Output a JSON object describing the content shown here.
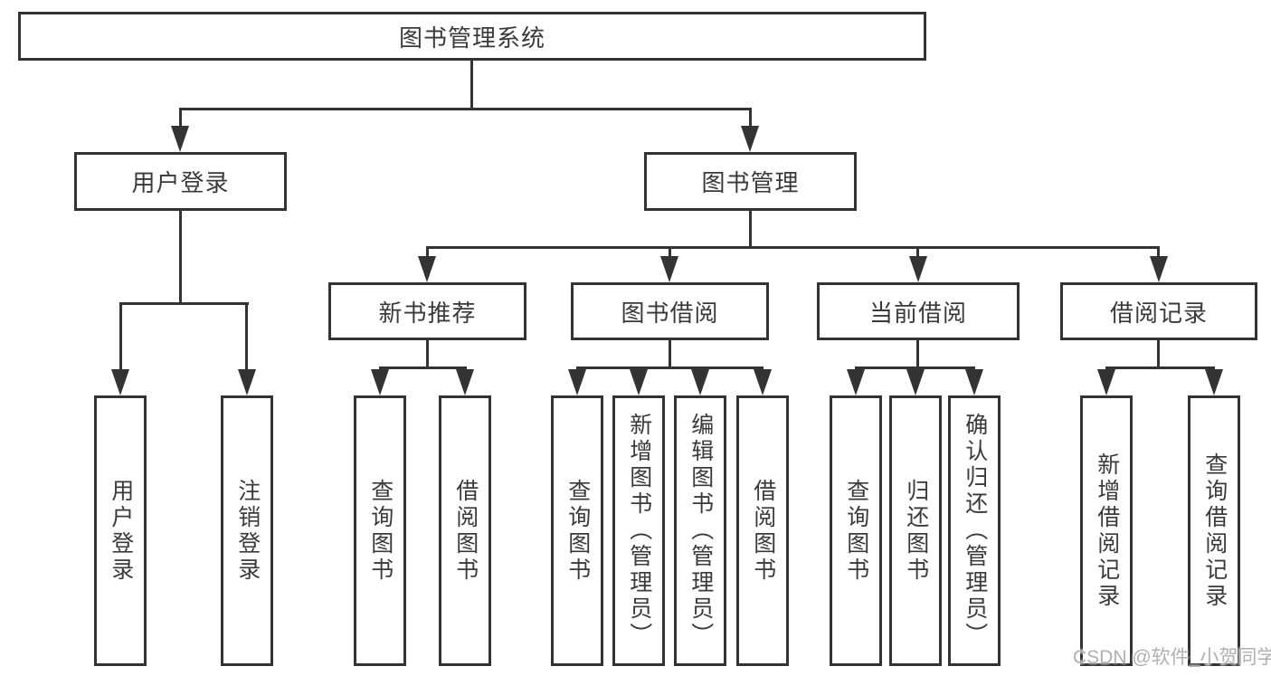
{
  "diagram": {
    "root": {
      "label": "图书管理系统"
    },
    "level1": [
      {
        "label": "用户登录"
      },
      {
        "label": "图书管理"
      }
    ],
    "level2": [
      {
        "label": "新书推荐"
      },
      {
        "label": "图书借阅"
      },
      {
        "label": "当前借阅"
      },
      {
        "label": "借阅记录"
      }
    ],
    "leaves": {
      "user_login": [
        {
          "label": "用户登录"
        },
        {
          "label": "注销登录"
        }
      ],
      "new_books": [
        {
          "label": "查询图书"
        },
        {
          "label": "借阅图书"
        }
      ],
      "book_borrow": [
        {
          "label": "查询图书"
        },
        {
          "label": "新增图书（管理员）"
        },
        {
          "label": "编辑图书（管理员）"
        },
        {
          "label": "借阅图书"
        }
      ],
      "current_borrow": [
        {
          "label": "查询图书"
        },
        {
          "label": "归还图书"
        },
        {
          "label": "确认归还（管理员）"
        }
      ],
      "borrow_records": [
        {
          "label": "新增借阅记录"
        },
        {
          "label": "查询借阅记录"
        }
      ]
    },
    "colors": {
      "line": "#333333",
      "text": "#3a3a3a",
      "background": "#ffffff",
      "watermark": "#b0b0b0"
    }
  },
  "watermark": {
    "text": "CSDN @软件_小贺同学"
  }
}
